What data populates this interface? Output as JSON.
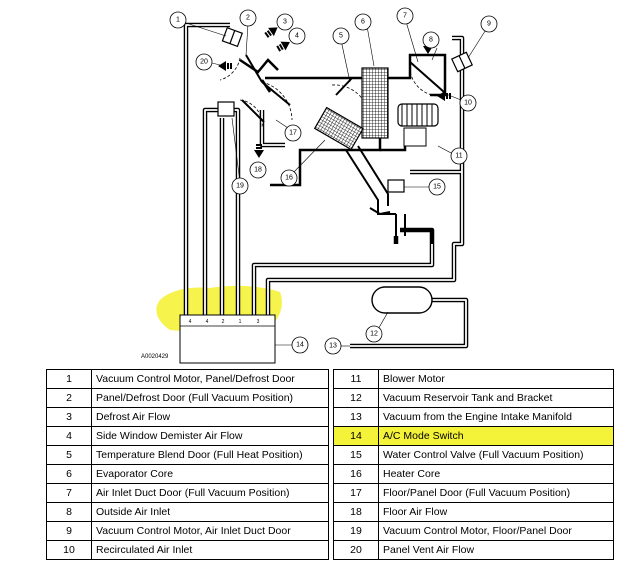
{
  "figure_id": "A0020429",
  "switch_port_labels": [
    "4",
    "4",
    "2",
    "1",
    "3"
  ],
  "highlight_color": "#f5f23a",
  "callouts": [
    "1",
    "2",
    "3",
    "4",
    "5",
    "6",
    "7",
    "8",
    "9",
    "10",
    "11",
    "12",
    "13",
    "14",
    "15",
    "16",
    "17",
    "18",
    "19",
    "20"
  ],
  "legend_left": [
    {
      "num": "1",
      "desc": "Vacuum Control Motor, Panel/Defrost Door"
    },
    {
      "num": "2",
      "desc": "Panel/Defrost Door (Full Vacuum Position)"
    },
    {
      "num": "3",
      "desc": "Defrost Air Flow"
    },
    {
      "num": "4",
      "desc": "Side Window Demister Air Flow"
    },
    {
      "num": "5",
      "desc": "Temperature Blend Door (Full Heat Position)"
    },
    {
      "num": "6",
      "desc": "Evaporator Core"
    },
    {
      "num": "7",
      "desc": "Air Inlet Duct Door (Full Vacuum Position)"
    },
    {
      "num": "8",
      "desc": "Outside Air Inlet"
    },
    {
      "num": "9",
      "desc": "Vacuum Control Motor, Air Inlet Duct Door"
    },
    {
      "num": "10",
      "desc": "Recirculated Air Inlet"
    }
  ],
  "legend_right": [
    {
      "num": "11",
      "desc": "Blower Motor"
    },
    {
      "num": "12",
      "desc": "Vacuum Reservoir Tank and Bracket"
    },
    {
      "num": "13",
      "desc": "Vacuum from the Engine Intake Manifold"
    },
    {
      "num": "14",
      "desc": "A/C Mode Switch",
      "highlight": true
    },
    {
      "num": "15",
      "desc": "Water Control Valve (Full Vacuum Position)"
    },
    {
      "num": "16",
      "desc": "Heater Core"
    },
    {
      "num": "17",
      "desc": "Floor/Panel Door (Full Vacuum Position)"
    },
    {
      "num": "18",
      "desc": "Floor Air Flow"
    },
    {
      "num": "19",
      "desc": "Vacuum Control Motor, Floor/Panel Door"
    },
    {
      "num": "20",
      "desc": "Panel Vent Air Flow"
    }
  ]
}
